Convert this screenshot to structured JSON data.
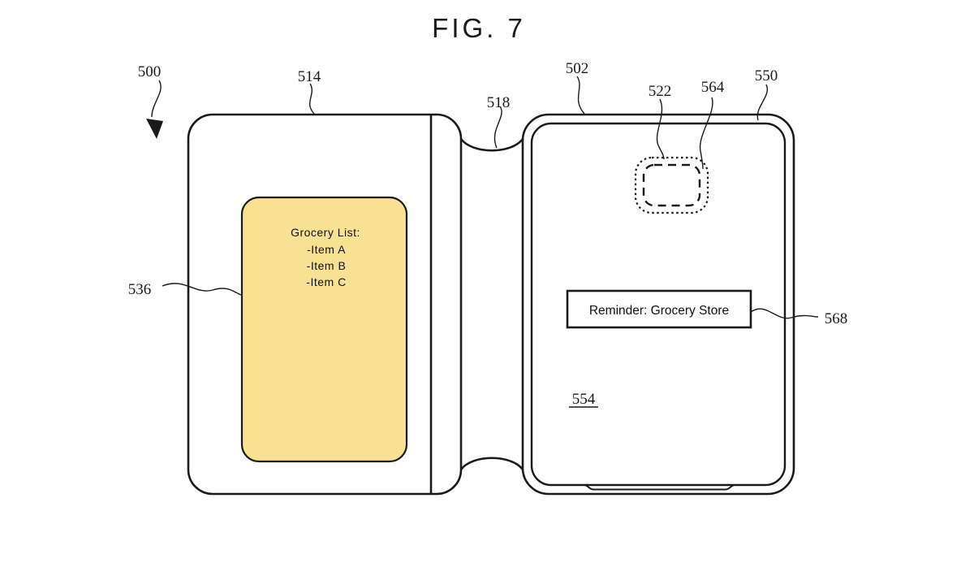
{
  "figure": {
    "title": "FIG. 7"
  },
  "ref_labels": {
    "r500": "500",
    "r514": "514",
    "r518": "518",
    "r502": "502",
    "r522": "522",
    "r564": "564",
    "r550": "550",
    "r536": "536",
    "r568": "568",
    "r554": "554"
  },
  "note": {
    "title": "Grocery List:",
    "items": [
      "-Item A",
      "-Item B",
      "-Item C"
    ]
  },
  "reminder": {
    "text": "Reminder: Grocery Store"
  },
  "colors": {
    "note_fill": "#F8E193",
    "line": "#1a1a1a",
    "background": "#ffffff"
  }
}
